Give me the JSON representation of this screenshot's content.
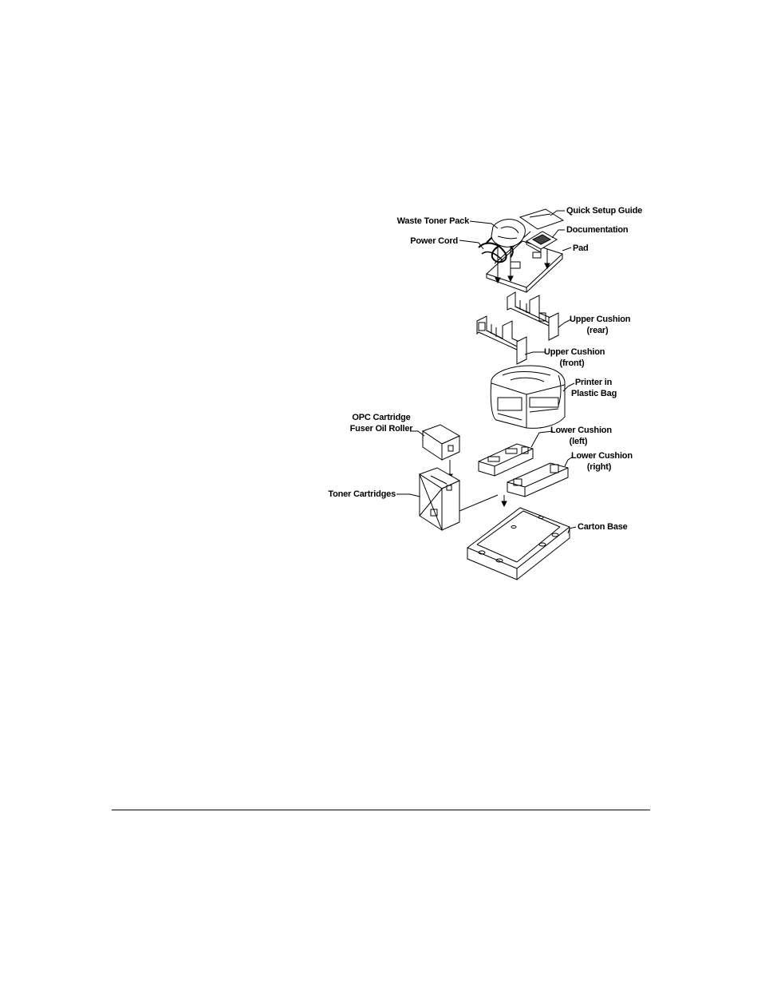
{
  "figure": {
    "labels": {
      "waste_toner_pack": "Waste Toner Pack",
      "power_cord": "Power Cord",
      "quick_setup_guide": "Quick Setup Guide",
      "documentation": "Documentation",
      "pad": "Pad",
      "upper_cushion_rear_1": "Upper Cushion",
      "upper_cushion_rear_2": "(rear)",
      "upper_cushion_front_1": "Upper Cushion",
      "upper_cushion_front_2": "(front)",
      "printer_1": "Printer in",
      "printer_2": "Plastic Bag",
      "opc_1": "OPC Cartridge",
      "opc_2": "Fuser Oil Roller",
      "lower_cushion_left_1": "Lower Cushion",
      "lower_cushion_left_2": "(left)",
      "lower_cushion_right_1": "Lower Cushion",
      "lower_cushion_right_2": "(right)",
      "toner_cartridges": "Toner Cartridges",
      "carton_base": "Carton Base"
    }
  }
}
